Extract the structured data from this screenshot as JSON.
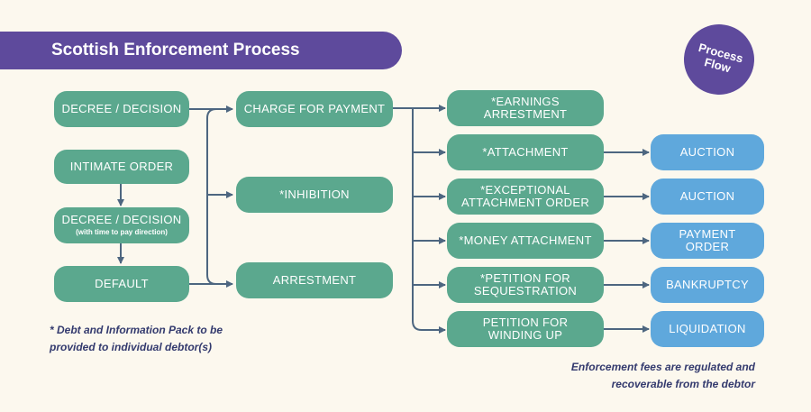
{
  "title": "Scottish Enforcement Process",
  "badge": {
    "line1": "Process",
    "line2": "Flow"
  },
  "colors": {
    "purple": "#5e4a9c",
    "green": "#5ba88e",
    "blue": "#5fa8dc",
    "arrow": "#4d6680",
    "background": "#fcf8ee"
  },
  "left_column": {
    "decree": "DECREE / DECISION",
    "intimate_order": "INTIMATE ORDER",
    "decree_time": "DECREE / DECISION",
    "decree_time_sub": "(with time to pay direction)",
    "default": "DEFAULT"
  },
  "middle_column": {
    "charge": "CHARGE FOR PAYMENT",
    "inhibition": "*INHIBITION",
    "arrestment": "ARRESTMENT"
  },
  "right_column": [
    {
      "line1": "*EARNINGS",
      "line2": "ARRESTMENT"
    },
    {
      "line1": "*ATTACHMENT",
      "line2": ""
    },
    {
      "line1": "*EXCEPTIONAL",
      "line2": "ATTACHMENT ORDER"
    },
    {
      "line1": "*MONEY ATTACHMENT",
      "line2": ""
    },
    {
      "line1": "*PETITION FOR",
      "line2": "SEQUESTRATION"
    },
    {
      "line1": "PETITION FOR",
      "line2": "WINDING UP"
    }
  ],
  "outcomes": [
    {
      "line1": "AUCTION",
      "line2": ""
    },
    {
      "line1": "AUCTION",
      "line2": ""
    },
    {
      "line1": "PAYMENT",
      "line2": "ORDER"
    },
    {
      "line1": "BANKRUPTCY",
      "line2": ""
    },
    {
      "line1": "LIQUIDATION",
      "line2": ""
    }
  ],
  "notes": {
    "debt_line1": "* Debt and Information Pack to be",
    "debt_line2": "provided to individual debtor(s)",
    "fees_line1": "Enforcement fees are regulated and",
    "fees_line2": "recoverable from the debtor"
  }
}
